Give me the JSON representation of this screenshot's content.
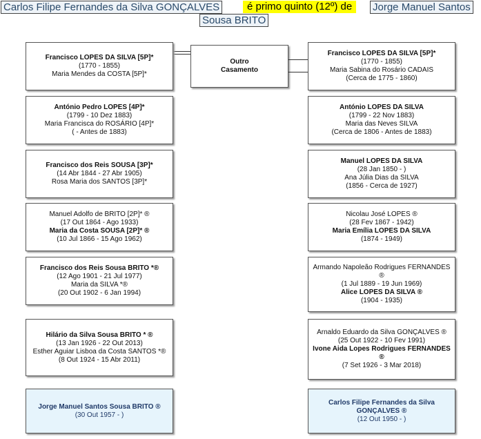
{
  "header": {
    "person_a": "Carlos Filipe Fernandes da Silva GONÇALVES",
    "relation": "é primo quinto (12º) de",
    "person_b_line1": "Jorge Manuel Santos",
    "person_b_line2": "Sousa BRITO"
  },
  "middle": {
    "line1": "Outro",
    "line2": "Casamento"
  },
  "left": [
    {
      "lines": [
        {
          "t": "Francisco LOPES DA SILVA [5P]*",
          "b": true
        },
        {
          "t": "(1770 - 1855)",
          "b": false
        },
        {
          "t": "Maria Mendes da COSTA [5P]*",
          "b": false
        }
      ]
    },
    {
      "lines": [
        {
          "t": "António Pedro LOPES [4P]*",
          "b": true
        },
        {
          "t": "(1799 - 10 Dez 1883)",
          "b": false
        },
        {
          "t": "Maria Francisca do ROSÁRIO [4P]*",
          "b": false
        },
        {
          "t": "(              - Antes de 1883)",
          "b": false
        }
      ]
    },
    {
      "lines": [
        {
          "t": "Francisco dos Reis SOUSA [3P]*",
          "b": true
        },
        {
          "t": "(14 Abr 1844 - 27 Abr 1905)",
          "b": false
        },
        {
          "t": "Rosa Maria dos SANTOS [3P]*",
          "b": false
        }
      ]
    },
    {
      "lines": [
        {
          "t": "Manuel Adolfo de BRITO [2P]* ®",
          "b": false
        },
        {
          "t": "(17 Out 1864 - Ago 1933)",
          "b": false
        },
        {
          "t": "Maria da Costa SOUSA [2P]* ®",
          "b": true
        },
        {
          "t": "(10 Jul 1866 - 15 Ago 1962)",
          "b": false
        }
      ]
    },
    {
      "lines": [
        {
          "t": "Francisco dos Reis Sousa BRITO *®",
          "b": true
        },
        {
          "t": "(12 Ago 1901 - 21 Jul 1977)",
          "b": false
        },
        {
          "t": "Maria da SILVA *®",
          "b": false
        },
        {
          "t": "(20 Out 1902 - 6 Jan 1994)",
          "b": false
        }
      ]
    },
    {
      "lines": [
        {
          "t": "Hilário da Silva Sousa BRITO * ®",
          "b": true
        },
        {
          "t": "(13 Jan 1926 - 22 Out 2013)",
          "b": false
        },
        {
          "t": "Esther Aguiar Lisboa da Costa SANTOS *®",
          "b": false
        },
        {
          "t": "(8 Out 1924 - 15 Abr 2011)",
          "b": false
        }
      ]
    },
    {
      "lines": [
        {
          "t": "Jorge Manuel Santos Sousa BRITO ®",
          "b": true
        },
        {
          "t": "(30 Out 1957 -              )",
          "b": false
        }
      ]
    }
  ],
  "right": [
    {
      "lines": [
        {
          "t": "Francisco LOPES DA SILVA [5P]*",
          "b": true
        },
        {
          "t": "(1770 - 1855)",
          "b": false
        },
        {
          "t": "Maria Sabina do Rosário CADAIS",
          "b": false
        },
        {
          "t": "(Cerca de 1775 - 1860)",
          "b": false
        }
      ]
    },
    {
      "lines": [
        {
          "t": "António LOPES DA SILVA",
          "b": true
        },
        {
          "t": "(1799 - 22 Nov 1883)",
          "b": false
        },
        {
          "t": "Maria das Neves SILVA",
          "b": false
        },
        {
          "t": "(Cerca de 1806 - Antes de 1883)",
          "b": false
        }
      ]
    },
    {
      "lines": [
        {
          "t": "Manuel LOPES DA SILVA",
          "b": true
        },
        {
          "t": "(28 Jan 1850 -              )",
          "b": false
        },
        {
          "t": "Ana Júlia Dias da SILVA",
          "b": false
        },
        {
          "t": "(1856 - Cerca de 1927)",
          "b": false
        }
      ]
    },
    {
      "lines": [
        {
          "t": "Nicolau José LOPES ®",
          "b": false
        },
        {
          "t": "(28 Fev 1867 - 1942)",
          "b": false
        },
        {
          "t": "Maria Emília LOPES DA SILVA",
          "b": true
        },
        {
          "t": "(1874 - 1949)",
          "b": false
        }
      ]
    },
    {
      "lines": [
        {
          "t": "Armando Napoleão Rodrigues FERNANDES ®",
          "b": false
        },
        {
          "t": "(1 Jul 1889 - 19 Jun 1969)",
          "b": false
        },
        {
          "t": "Alice LOPES DA SILVA ®",
          "b": true
        },
        {
          "t": "(1904 - 1935)",
          "b": false
        }
      ]
    },
    {
      "lines": [
        {
          "t": "Arnaldo Eduardo da Silva GONÇALVES ®",
          "b": false
        },
        {
          "t": "(25 Out 1922 - 10 Fev 1991)",
          "b": false
        },
        {
          "t": "Ivone Aida Lopes Rodrigues FERNANDES ®",
          "b": true
        },
        {
          "t": "(7 Set 1926 - 3 Mar 2018)",
          "b": false
        }
      ]
    },
    {
      "lines": [
        {
          "t": "Carlos Filipe Fernandes da Silva GONÇALVES ®",
          "b": true
        },
        {
          "t": "(12 Out 1950 -              )",
          "b": false
        }
      ]
    }
  ]
}
